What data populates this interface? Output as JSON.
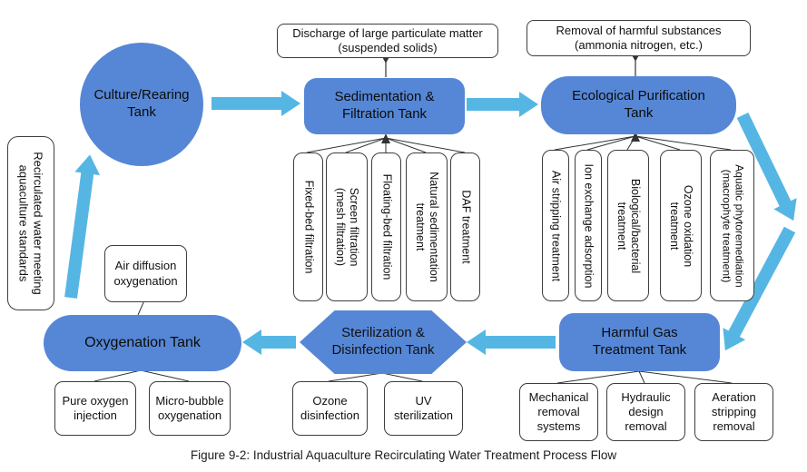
{
  "colors": {
    "tank_fill": "#5687d6",
    "arrow_fill": "#55b6e4",
    "line": "#333333"
  },
  "caption": "Figure 9-2: Industrial Aquaculture Recirculating Water Treatment Process Flow",
  "callouts": {
    "discharge": "Discharge of large particulate matter\n(suspended solids)",
    "removal": "Removal of harmful substances\n(ammonia nitrogen, etc.)"
  },
  "tanks": {
    "culture": "Culture/Rearing\nTank",
    "sedimentation": "Sedimentation &\nFiltration Tank",
    "ecological": "Ecological Purification\nTank",
    "oxygenation": "Oxygenation Tank",
    "sterilization": "Sterilization &\nDisinfection Tank",
    "harmful_gas": "Harmful Gas\nTreatment Tank"
  },
  "side_note": "Recirculated water meeting\naquaculture standards",
  "air_diffusion": "Air diffusion\noxygenation",
  "sediment_methods": [
    "Fixed-bed filtration",
    "Screen filtration\n(mesh filtration)",
    "Floating-bed filtration",
    "Natural sedimentation\ntreatment",
    "DAF treatment"
  ],
  "eco_methods": [
    "Air stripping treatment",
    "Ion exchange adsorption",
    "Biological/bacterial\ntreatment",
    "Ozone oxidation\ntreatment",
    "Aquatic phytoremediation\n(macrophyte treatment)"
  ],
  "oxygen_methods": [
    "Pure oxygen\ninjection",
    "Micro-bubble\noxygenation"
  ],
  "sterilization_methods": [
    "Ozone\ndisinfection",
    "UV\nsterilization"
  ],
  "harmful_gas_methods": [
    "Mechanical\nremoval\nsystems",
    "Hydraulic\ndesign\nremoval",
    "Aeration\nstripping\nremoval"
  ]
}
